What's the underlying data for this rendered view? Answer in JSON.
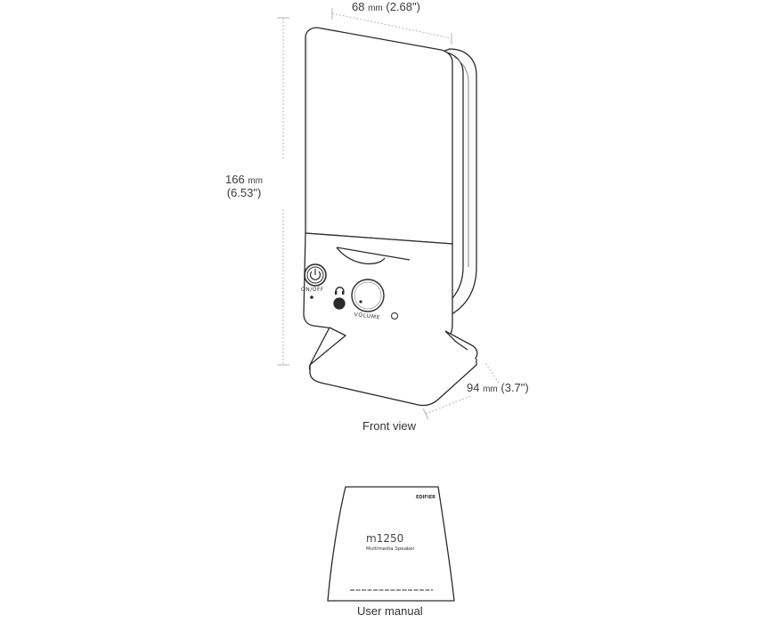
{
  "dimensions": {
    "width": {
      "value": "68",
      "unit": "mm",
      "inches": "(2.68\")"
    },
    "height": {
      "value": "166",
      "unit": "mm",
      "inches": "(6.53\")"
    },
    "depth": {
      "value": "94",
      "unit": "mm",
      "inches": "(3.7\")"
    }
  },
  "captions": {
    "front_view": "Front view",
    "user_manual": "User manual"
  },
  "speaker_controls": {
    "power_label": "ON/OFF",
    "volume_label": "VOLUME"
  },
  "manual_cover": {
    "brand": "EDIFIER",
    "model": "m1250",
    "subtitle": "Multimedia Speaker"
  }
}
